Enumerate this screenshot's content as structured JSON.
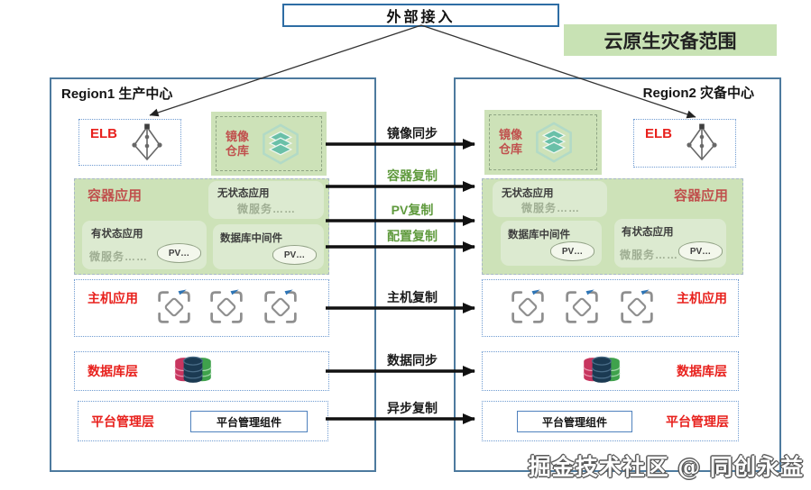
{
  "external_access_label": "外部接入",
  "scope_badge_label": "云原生灾备范围",
  "watermark": "掘金技术社区 @ 同创永益",
  "flows": [
    {
      "label": "镜像同步",
      "color": "#1a1a1a"
    },
    {
      "label": "容器复制",
      "color": "#5f9a3d"
    },
    {
      "label": "PV复制",
      "color": "#5f9a3d"
    },
    {
      "label": "配置复制",
      "color": "#5f9a3d"
    },
    {
      "label": "主机复制",
      "color": "#1a1a1a"
    },
    {
      "label": "数据同步",
      "color": "#1a1a1a"
    },
    {
      "label": "异步复制",
      "color": "#1a1a1a"
    }
  ],
  "regions": {
    "left": {
      "title": "Region1 生产中心",
      "elb": {
        "label": "ELB"
      },
      "registry": {
        "label": "镜像仓库"
      },
      "container": {
        "title": "容器应用",
        "stateless": {
          "title": "无状态应用",
          "subtitle": "微服务……"
        },
        "stateful": {
          "title": "有状态应用",
          "subtitle": "微服务……",
          "pv_label": "PV…"
        },
        "middleware": {
          "title": "数据库中间件",
          "pv_label": "PV…"
        }
      },
      "host_layer": {
        "title": "主机应用"
      },
      "database_layer": {
        "title": "数据库层"
      },
      "platform_layer": {
        "title": "平台管理层",
        "component_label": "平台管理组件"
      }
    },
    "right": {
      "title": "Region2 灾备中心",
      "elb": {
        "label": "ELB"
      },
      "registry": {
        "label": "镜像仓库"
      },
      "container": {
        "title": "容器应用",
        "stateless": {
          "title": "无状态应用",
          "subtitle": "微服务……"
        },
        "stateful": {
          "title": "有状态应用",
          "subtitle": "微服务……",
          "pv_label": "PV…"
        },
        "middleware": {
          "title": "数据库中间件",
          "pv_label": "PV…"
        }
      },
      "host_layer": {
        "title": "主机应用"
      },
      "database_layer": {
        "title": "数据库层"
      },
      "platform_layer": {
        "title": "平台管理层",
        "component_label": "平台管理组件"
      }
    }
  },
  "icons": {
    "elb": "load-balancer-icon",
    "registry": "image-repository-icon",
    "host": "virtual-machine-icon",
    "database": "database-cylinders-icon",
    "pv": "persistent-volume-icon"
  },
  "colors": {
    "region_border": "#4d7a9e",
    "dotted_border": "#6f9bd1",
    "external_box_border": "#2e6da4",
    "green_fill": "#cde2b8",
    "sub_green_fill": "#dcead0",
    "badge_green": "#c8e2b4",
    "layer_label_red": "#e8211d",
    "container_label_red": "#c0504d",
    "flow_green": "#5f9a3d",
    "arrow_black": "#111111"
  }
}
